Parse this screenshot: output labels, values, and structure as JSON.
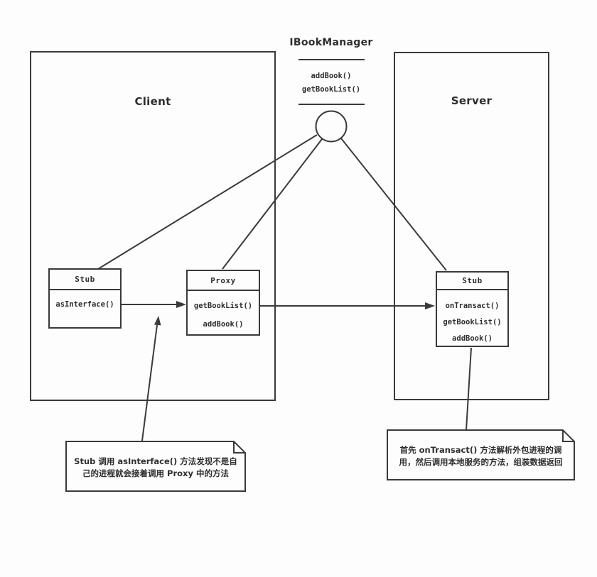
{
  "colors": {
    "line": "#3a3a3a",
    "background": "#fdfdfd",
    "text": "#2e2e2e"
  },
  "interface": {
    "name": "IBookManager",
    "methods": [
      "addBook()",
      "getBookList()"
    ]
  },
  "client": {
    "title": "Client",
    "stub": {
      "title": "Stub",
      "methods": [
        "asInterface()"
      ]
    },
    "proxy": {
      "title": "Proxy",
      "methods": [
        "getBookList()",
        "addBook()"
      ]
    }
  },
  "server": {
    "title": "Server",
    "stub": {
      "title": "Stub",
      "methods": [
        "onTransact()",
        "getBookList()",
        "addBook()"
      ]
    }
  },
  "notes": {
    "left": {
      "lines": [
        "Stub 调用 asInterface() 方法发现不是自",
        "己的进程就会接着调用 Proxy 中的方法"
      ]
    },
    "right": {
      "lines": [
        "首先 onTransact() 方法解析外包进程的调",
        "用，然后调用本地服务的方法，组装数据返回"
      ]
    }
  }
}
